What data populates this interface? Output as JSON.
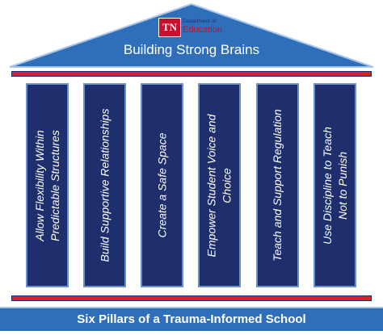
{
  "logo": {
    "initials": "TN",
    "line1": "Department of",
    "line2": "Education"
  },
  "roof": {
    "title": "Building Strong Brains"
  },
  "pillars": [
    {
      "line1": "Allow Flexibility Within",
      "line2": "Predictable Structures"
    },
    {
      "line1": "Build Supportive Relationships",
      "line2": ""
    },
    {
      "line1": "Create a Safe Space",
      "line2": ""
    },
    {
      "line1": "Empower Student Voice and",
      "line2": "Choice"
    },
    {
      "line1": "Teach and Support Regulation",
      "line2": ""
    },
    {
      "line1": "Use Discipline to Teach",
      "line2": "Not to Punish"
    }
  ],
  "base": {
    "label": "Six Pillars of a Trauma-Informed School"
  },
  "colors": {
    "roof": "#2f6fba",
    "pillar": "#1f2f6e",
    "pillar_border": "#6a8fd2",
    "bar": "#e31b23",
    "base": "#2f6fba",
    "logo_red": "#c8102e"
  }
}
